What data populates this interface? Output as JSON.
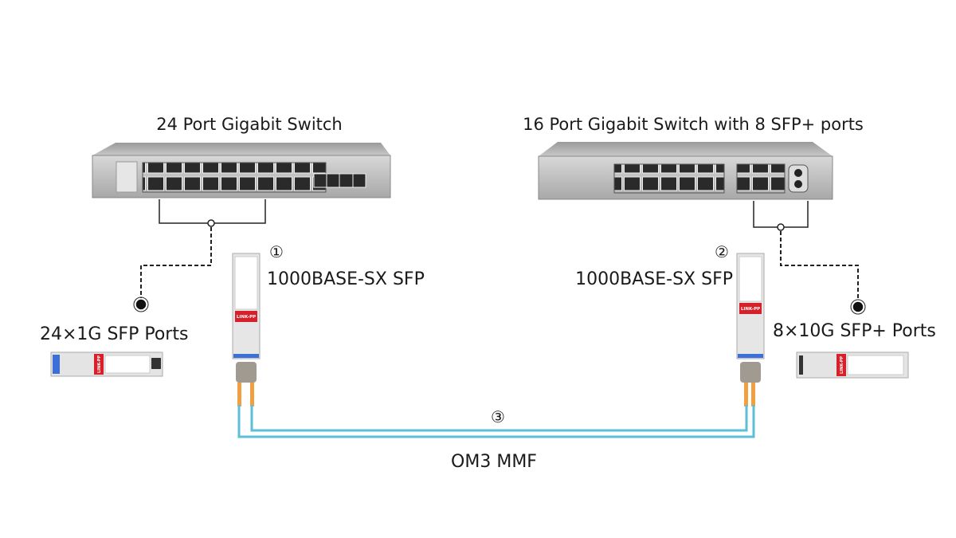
{
  "left_switch": {
    "title": "24 Port Gigabit Switch",
    "port_label": "24×1G SFP Ports"
  },
  "right_switch": {
    "title": "16 Port Gigabit Switch with 8 SFP+ ports",
    "port_label": "8×10G SFP+ Ports"
  },
  "transceiver_1": {
    "number": "①",
    "label": "1000BASE-SX SFP"
  },
  "transceiver_2": {
    "number": "②",
    "label": "1000BASE-SX SFP"
  },
  "cable": {
    "number": "③",
    "label": "OM3 MMF"
  },
  "module_brand": "LINK-PP",
  "colors": {
    "fiber": "#5bbfd6",
    "fiber_boot": "#f0a040",
    "brand_red": "#d8202a",
    "switch_gray": "#b8b8b8"
  }
}
